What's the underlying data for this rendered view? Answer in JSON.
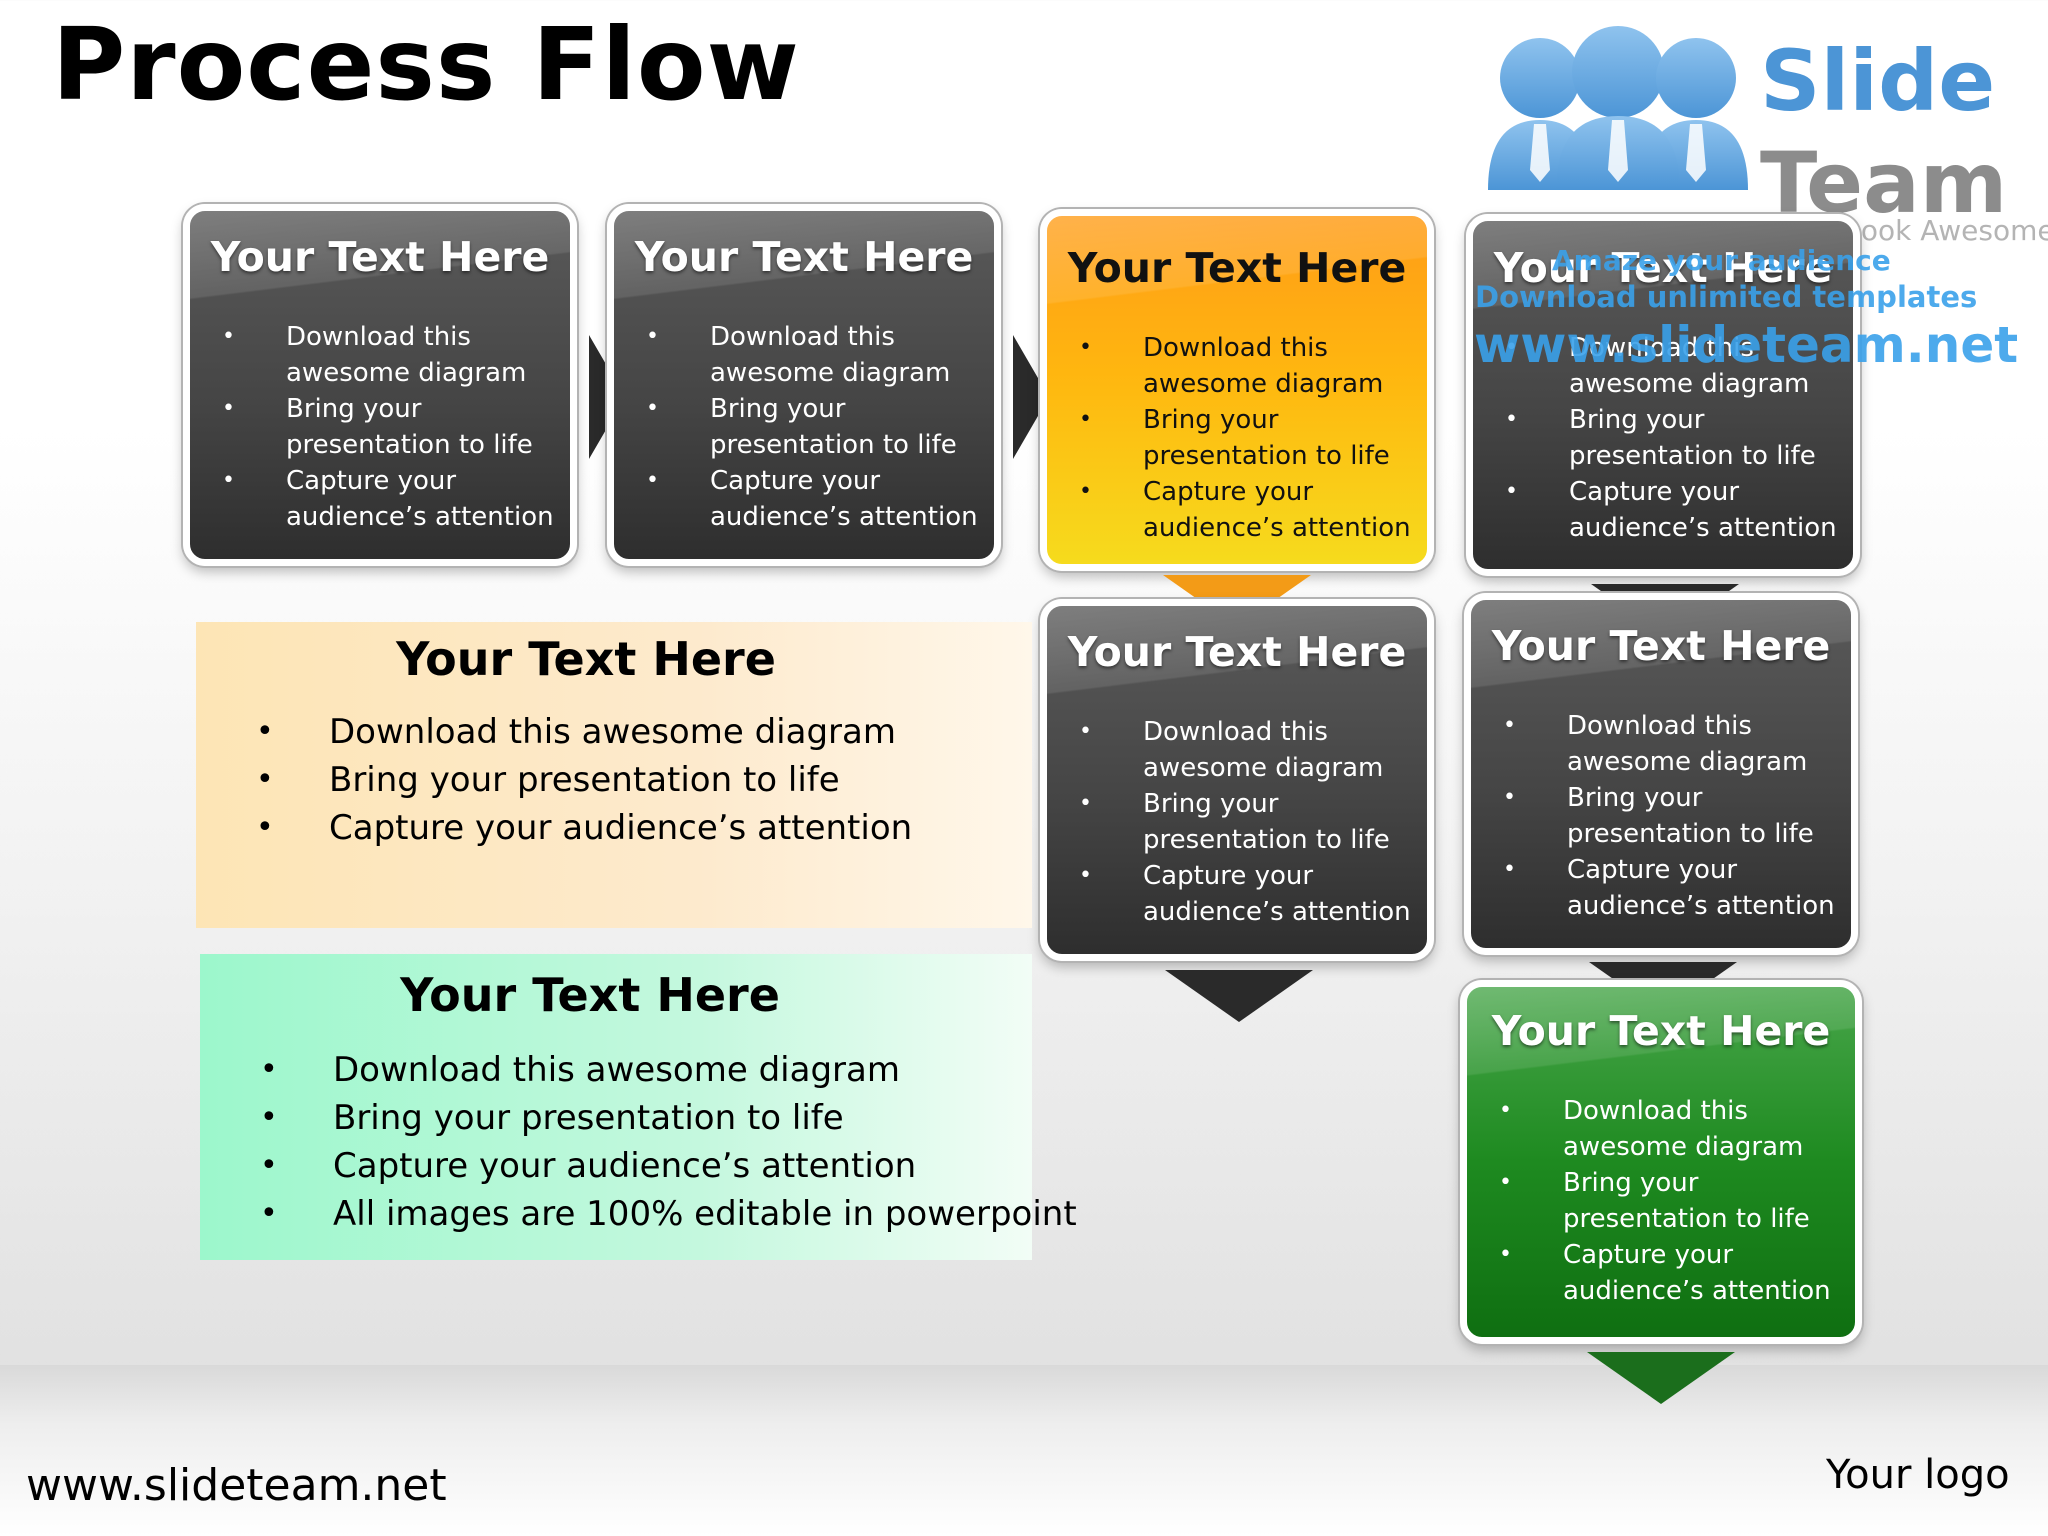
{
  "title": "Process Flow",
  "logo": {
    "word1": "Slide",
    "word2": "Team",
    "tagline": "Making Your Presentations Look Awesome",
    "icon": "people-group-icon"
  },
  "watermark": {
    "line1": "Amaze your audience",
    "line2": "Download unlimited templates",
    "line3": "www.slideteam.net"
  },
  "boxes": [
    {
      "heading": "Your Text Here",
      "bullets": [
        "Download this awesome diagram",
        "Bring your presentation to life",
        "Capture your audience’s attention"
      ]
    },
    {
      "heading": "Your Text Here",
      "bullets": [
        "Download this awesome diagram",
        "Bring your presentation to life",
        "Capture your audience’s attention"
      ]
    },
    {
      "heading": "Your Text Here",
      "bullets": [
        "Download this awesome diagram",
        "Bring your presentation to life",
        "Capture your audience’s attention"
      ]
    },
    {
      "heading": "Your Text Here",
      "bullets": [
        "Download this awesome diagram",
        "Bring your presentation to life",
        "Capture your audience’s attention"
      ]
    },
    {
      "heading": "Your Text Here",
      "bullets": [
        "Download this awesome diagram",
        "Bring your presentation to life",
        "Capture your audience’s attention"
      ]
    },
    {
      "heading": "Your Text Here",
      "bullets": [
        "Download this awesome diagram",
        "Bring your presentation to life",
        "Capture your audience’s attention"
      ]
    },
    {
      "heading": "Your Text Here",
      "bullets": [
        "Download this awesome diagram",
        "Bring your presentation to life",
        "Capture your audience’s attention"
      ]
    }
  ],
  "panels": [
    {
      "heading": "Your Text Here",
      "bullets": [
        "Download this awesome diagram",
        "Bring your presentation to life",
        "Capture your audience’s attention"
      ]
    },
    {
      "heading": "Your Text Here",
      "bullets": [
        "Download this awesome diagram",
        "Bring your presentation to life",
        "Capture your audience’s attention",
        "All images are 100% editable in powerpoint"
      ]
    }
  ],
  "footer": {
    "url": "www.slideteam.net",
    "logo": "Your logo"
  },
  "colors": {
    "dark_box": "#454545",
    "orange_box": "#ffb60f",
    "green_box": "#1e8a20",
    "yellow_panel": "#fde5b5",
    "mint_panel": "#9cf7cc",
    "brand_blue": "#4c95d6"
  }
}
